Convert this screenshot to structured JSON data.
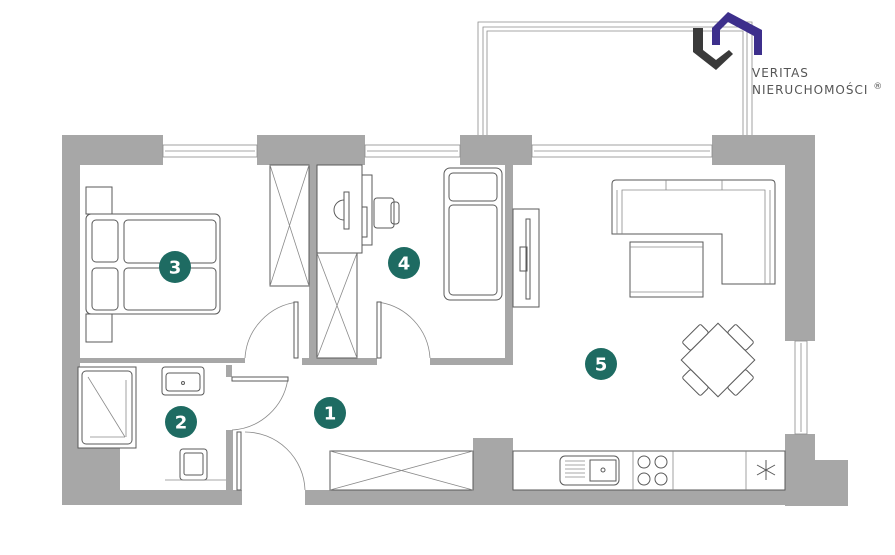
{
  "logo": {
    "line1": "VERITAS",
    "line2": "NIERUCHOMOŚCI",
    "registered": "®",
    "colors": {
      "dark": "#3a3a3a",
      "accent": "#3d2f8c"
    }
  },
  "rooms": [
    {
      "number": "1",
      "name": "hallway"
    },
    {
      "number": "2",
      "name": "bathroom"
    },
    {
      "number": "3",
      "name": "bedroom"
    },
    {
      "number": "4",
      "name": "bedroom"
    },
    {
      "number": "5",
      "name": "living-room-kitchen"
    }
  ],
  "colors": {
    "wall": "#a7a7a7",
    "marker": "#1e6b62",
    "line": "#5a5a5a"
  }
}
